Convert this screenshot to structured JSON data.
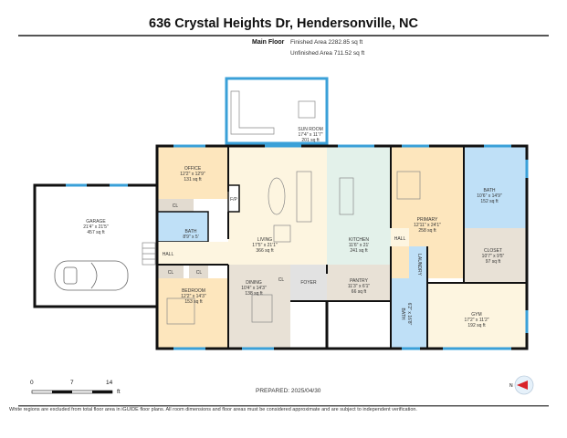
{
  "title": "636 Crystal Heights Dr, Hendersonville, NC",
  "floor": {
    "name": "Main Floor",
    "finished_area": "Finished Area 2282.85 sq ft",
    "unfinished_area": "Unfinished Area 711.52 sq ft"
  },
  "rooms": [
    {
      "name": "SUN ROOM",
      "dims": "17'4\" x 11'7\"",
      "area": "201 sq ft"
    },
    {
      "name": "OFFICE",
      "dims": "12'2\" x 12'9\"",
      "area": "131 sq ft"
    },
    {
      "name": "LIVING",
      "dims": "17'5\" x 21'1\"",
      "area": "366 sq ft"
    },
    {
      "name": "KITCHEN",
      "dims": "11'6\" x 21'",
      "area": "241 sq ft"
    },
    {
      "name": "PRIMARY",
      "dims": "12'11\" x 24'1\"",
      "area": "258 sq ft"
    },
    {
      "name": "BATH",
      "dims": "10'6\" x 14'9\"",
      "area": "152 sq ft"
    },
    {
      "name": "CLOSET",
      "dims": "10'7\" x 9'5\"",
      "area": "97 sq ft"
    },
    {
      "name": "GARAGE",
      "dims": "21'4\" x 21'5\"",
      "area": "457 sq ft"
    },
    {
      "name": "BATH",
      "dims": "8'9\" x 5'",
      "area": ""
    },
    {
      "name": "BEDROOM",
      "dims": "12'2\" x 14'3\"",
      "area": "153 sq ft"
    },
    {
      "name": "DINING",
      "dims": "10'4\" x 14'3\"",
      "area": "138 sq ft"
    },
    {
      "name": "PANTRY",
      "dims": "11'3\" x 6'1\"",
      "area": "66 sq ft"
    },
    {
      "name": "GYM",
      "dims": "17'2\" x 11'2\"",
      "area": "192 sq ft"
    },
    {
      "name": "BATH",
      "dims": "6'2\" x 16'8\"",
      "area": ""
    }
  ],
  "minor_labels": {
    "cl": "CL",
    "fp": "F/P",
    "hall": "HALL",
    "foyer": "FOYER",
    "laundry": "LAUNDRY"
  },
  "scale": {
    "ticks": [
      "0",
      "7",
      "14"
    ],
    "unit": "ft"
  },
  "prepared": "PREPARED: 2025/04/30",
  "compass_label": "N",
  "disclaimer": "White regions are excluded from total floor area in iGUIDE floor plans. All room dimensions and floor areas must be considered approximate and are subject to independent verification.",
  "colors": {
    "bedroom": "#fde6bd",
    "bath": "#bfe0f7",
    "kitchen": "#e3f1ea",
    "living": "#fdf5e0",
    "utility": "#e8e1d6",
    "foyer": "#e2e2e2",
    "window": "#3aa0d8"
  }
}
